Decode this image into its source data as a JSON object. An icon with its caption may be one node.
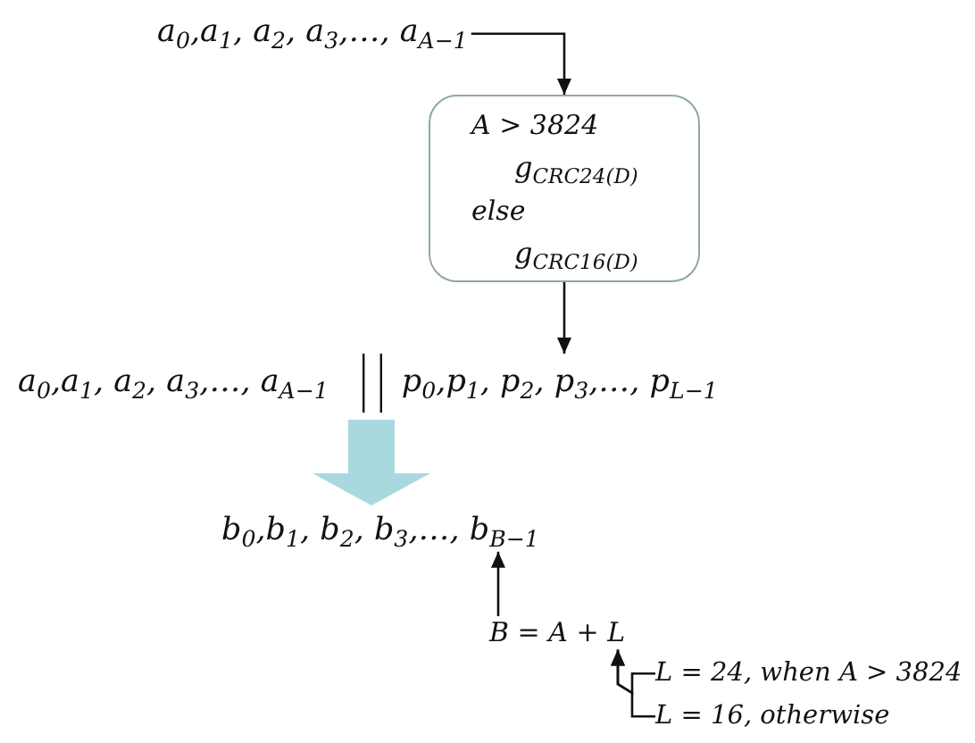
{
  "diagram": {
    "nodes": [
      {
        "text": [
          "a$_{0}$,a$_{1}$, a$_{2}$, a$_{3}$,…, a$_{A−1}$"
        ]
      },
      {
        "text": [
          "A > 3824",
          "g$_{CRC24(D)}$",
          "else",
          "g$_{CRC16(D)}$"
        ]
      },
      {
        "text": [
          "a$_{0}$,a$_{1}$, a$_{2}$, a$_{3}$,…, a$_{A−1}$",
          "p$_{0}$,p$_{1}$, p$_{2}$, p$_{3}$,…, p$_{L−1}$"
        ]
      },
      {
        "text": [
          "b$_{0}$,b$_{1}$, b$_{2}$, b$_{3}$,…, b$_{B−1}$"
        ]
      },
      {
        "text": [
          "B = A + L"
        ]
      },
      {
        "text": [
          "L = 24, when A > 3824"
        ]
      },
      {
        "text": [
          "L = 16, otherwise"
        ]
      }
    ],
    "edges": [
      {
        "from": 0,
        "to": 1,
        "arrow": "to"
      },
      {
        "from": 1,
        "to": 2,
        "arrow": "to"
      },
      {
        "from": 2,
        "to": 3,
        "arrow": "to",
        "style": "thick",
        "color": "#a9d9df"
      },
      {
        "from": 4,
        "to": 3,
        "arrow": "to"
      },
      {
        "from": 5,
        "to": 4,
        "arrow": "to"
      },
      {
        "from": 6,
        "to": 4,
        "arrow": "to"
      }
    ]
  }
}
